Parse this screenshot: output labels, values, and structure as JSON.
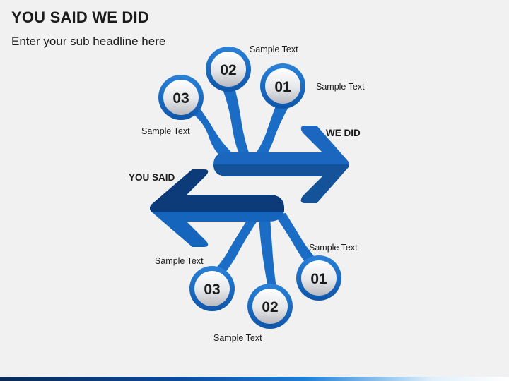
{
  "slide": {
    "title": "YOU SAID WE DID",
    "subtitle": "Enter your sub headline here"
  },
  "we_did": {
    "label": "WE DID",
    "items": [
      {
        "number": "01",
        "text": "Sample Text"
      },
      {
        "number": "02",
        "text": "Sample Text"
      },
      {
        "number": "03",
        "text": "Sample Text"
      }
    ]
  },
  "you_said": {
    "label": "YOU SAID",
    "items": [
      {
        "number": "01",
        "text": "Sample Text"
      },
      {
        "number": "02",
        "text": "Sample Text"
      },
      {
        "number": "03",
        "text": "Sample Text"
      }
    ]
  },
  "colors": {
    "we_did_arrow": "#1565c0",
    "you_said_arrow": "#0d3b7a",
    "circle_ring": "#1a6cc4"
  }
}
